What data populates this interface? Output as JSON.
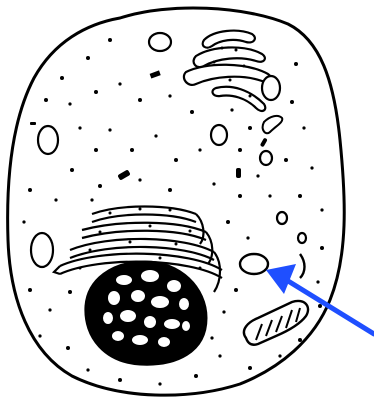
{
  "diagram": {
    "subject": "cell",
    "organelles": [
      {
        "name": "cell-membrane"
      },
      {
        "name": "nucleus"
      },
      {
        "name": "rough-endoplasmic-reticulum"
      },
      {
        "name": "smooth-endoplasmic-reticulum"
      },
      {
        "name": "mitochondrion"
      },
      {
        "name": "vacuoles"
      },
      {
        "name": "ribosomes"
      }
    ],
    "pointer": {
      "target": "vesicle",
      "color": "#1f4fff"
    }
  },
  "colors": {
    "ink": "#000000",
    "paper": "#ffffff",
    "arrow": "#1f4fff"
  }
}
